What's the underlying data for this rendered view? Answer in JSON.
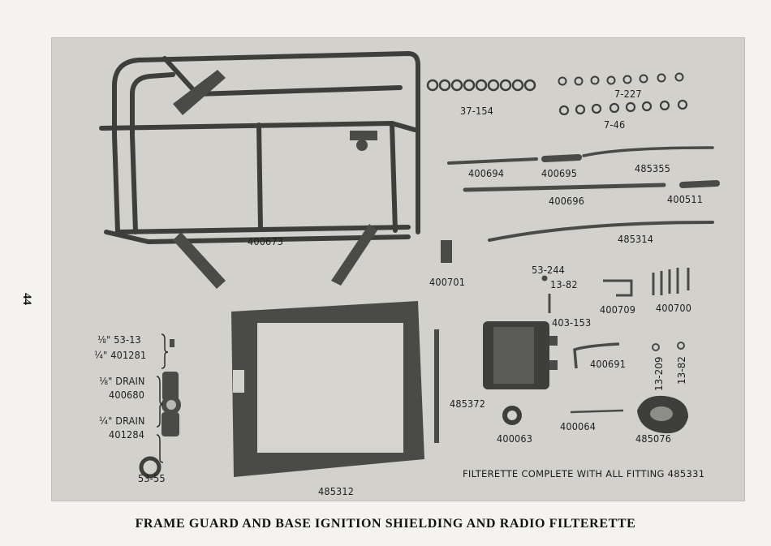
{
  "page": {
    "number": "44",
    "caption": "FRAME GUARD AND BASE IGNITION SHIELDING AND RADIO FILTERETTE"
  },
  "note": "FILTERETTE COMPLETE WITH ALL FITTING 485331",
  "labels": {
    "p37_154": "37-154",
    "p7_227": "7-227",
    "p7_46": "7-46",
    "p400694": "400694",
    "p400695": "400695",
    "p485355": "485355",
    "p400696": "400696",
    "p400511": "400511",
    "p485314": "485314",
    "p400673": "400673",
    "p400701": "400701",
    "p53_244": "53-244",
    "p13_82a": "13-82",
    "p400709": "400709",
    "p400700": "400700",
    "p403_153": "403-153",
    "p400691": "400691",
    "p13_209": "13-209",
    "p13_82b": "13-82",
    "p485372": "485372",
    "p400063": "400063",
    "p400064": "400064",
    "p485076": "485076",
    "p485312": "485312",
    "p53_13": "⅛\" 53-13",
    "p401281": "¼\" 401281",
    "p400680_a": "⅛\" DRAIN",
    "p400680_b": "400680",
    "p401284_a": "¼\" DRAIN",
    "p401284_b": "401284",
    "p53_55": "53-55"
  },
  "colors": {
    "background": "#d2d1cc",
    "metal": "#4a4a47",
    "page": "#f4f3ef"
  }
}
